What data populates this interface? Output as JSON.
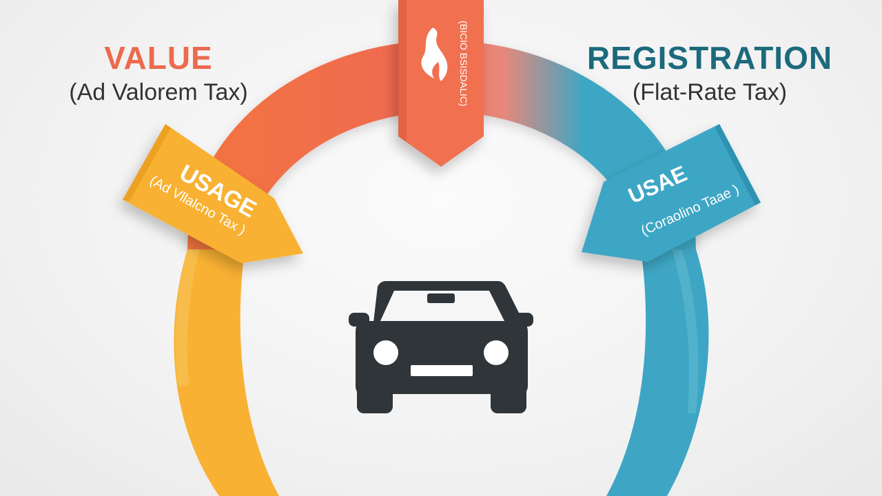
{
  "left_heading": {
    "title": "VALUE",
    "subtitle": "(Ad Valorem Tax)"
  },
  "right_heading": {
    "title": "REGISTRATION",
    "subtitle": "(Flat-Rate Tax)"
  },
  "left_tag": {
    "title": "USAGE",
    "subtitle": "(Ad Vllalcno Tax )"
  },
  "right_tag": {
    "title": "USAE",
    "subtitle": "(Coraolino Taae )"
  },
  "top_tag": {
    "text": "(BICIO BSISDALIC)"
  },
  "center_icon": "car-icon",
  "colors": {
    "orange": "#f0704f",
    "yellow": "#f8b132",
    "blue": "#3fa9c7",
    "dark_teal": "#1c6a7c",
    "car": "#2f3538"
  }
}
